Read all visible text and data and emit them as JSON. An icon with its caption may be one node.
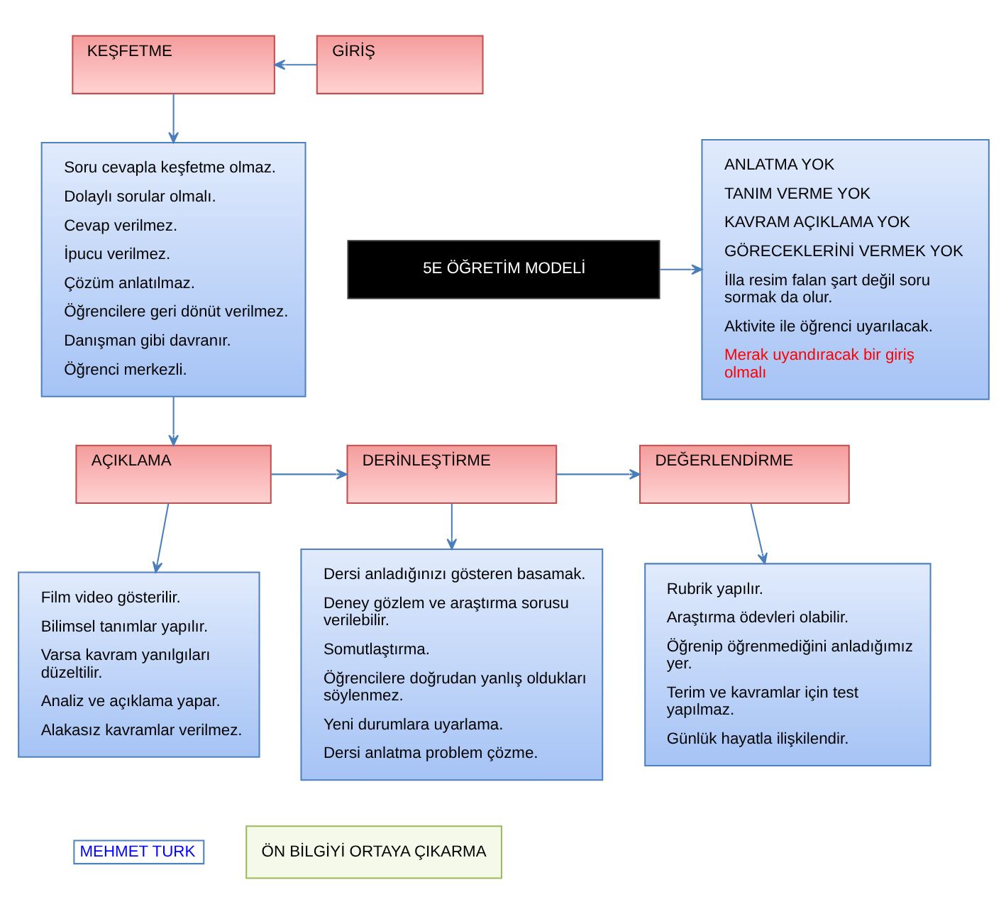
{
  "diagram": {
    "nodes": [
      {
        "text": [
          "KEŞFETME"
        ]
      },
      {
        "text": [
          "GİRİŞ"
        ]
      },
      {
        "text": [
          "Soru cevapla keşfetme olmaz.",
          "Dolaylı sorular olmalı.",
          "Cevap verilmez.",
          "İpucu verilmez.",
          "Çözüm anlatılmaz.",
          "Öğrencilere geri dönüt verilmez.",
          "Danışman gibi davranır.",
          "Öğrenci merkezli."
        ]
      },
      {
        "text": [
          "ANLATMA YOK",
          "TANIM VERME YOK",
          "KAVRAM AÇIKLAMA YOK",
          "GÖRECEKLERİNİ VERMEK YOK",
          "İlla resim falan şart değil soru sormak da olur.",
          "Aktivite ile öğrenci uyarılacak.",
          "Merak uyandıracak bir giriş olmalı"
        ]
      },
      {
        "text": [
          "5E ÖĞRETİM MODELİ"
        ]
      },
      {
        "text": [
          "AÇIKLAMA"
        ]
      },
      {
        "text": [
          "DERİNLEŞTİRME"
        ]
      },
      {
        "text": [
          "DEĞERLENDİRME"
        ]
      },
      {
        "text": [
          "Film video gösterilir.",
          "Bilimsel tanımlar yapılır.",
          "Varsa kavram yanılgıları düzeltilir.",
          "Analiz ve açıklama yapar.",
          "Alakasız kavramlar verilmez."
        ]
      },
      {
        "text": [
          "Dersi anladığınızı gösteren basamak.",
          "Deney gözlem ve araştırma sorusu verilebilir.",
          "Somutlaştırma.",
          "Öğrencilere doğrudan yanlış oldukları söylenmez.",
          "Yeni durumlara uyarlama.",
          "Dersi anlatma problem çözme."
        ]
      },
      {
        "text": [
          "Rubrik yapılır.",
          "Araştırma ödevleri olabilir.",
          "Öğrenip öğrenmediğini anladığımız yer.",
          "Terim ve kavramlar için test yapılmaz.",
          "Günlük hayatla ilişkilendir."
        ]
      },
      {
        "text": [
          "MEHMET TURK"
        ]
      },
      {
        "text": [
          "ÖN BİLGİYİ ORTAYA ÇIKARMA"
        ]
      }
    ],
    "edges": [
      {
        "from": 1,
        "to": 0,
        "arrow": "to"
      },
      {
        "from": 0,
        "to": 2,
        "arrow": "to"
      },
      {
        "from": 4,
        "to": 3,
        "arrow": "to"
      },
      {
        "from": 2,
        "to": 5,
        "arrow": "to"
      },
      {
        "from": 5,
        "to": 6,
        "arrow": "to"
      },
      {
        "from": 6,
        "to": 7,
        "arrow": "to"
      },
      {
        "from": 5,
        "to": 8,
        "arrow": "to"
      },
      {
        "from": 6,
        "to": 9,
        "arrow": "to"
      },
      {
        "from": 7,
        "to": 10,
        "arrow": "to"
      }
    ]
  }
}
